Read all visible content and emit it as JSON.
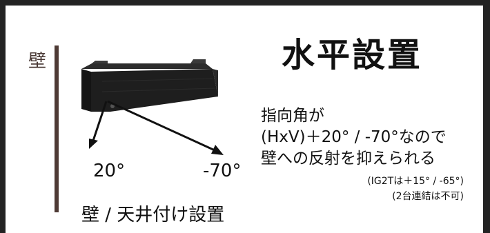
{
  "wall_label": "壁",
  "title": "水平設置",
  "description": {
    "line1": "指向角が",
    "line2": "(HxV)＋20° / -70°なので",
    "line3": "壁への反射を抑えられる"
  },
  "notes": {
    "note1": "(IG2Tは＋15° / -65°)",
    "note2": "(2台連結は不可)"
  },
  "angles": {
    "left": "20°",
    "right": "-70°"
  },
  "caption": "壁 / 天井付け設置",
  "colors": {
    "frame": "#232323",
    "wall_bar": "#4e3a35",
    "device_body": "#1e1e1e"
  }
}
